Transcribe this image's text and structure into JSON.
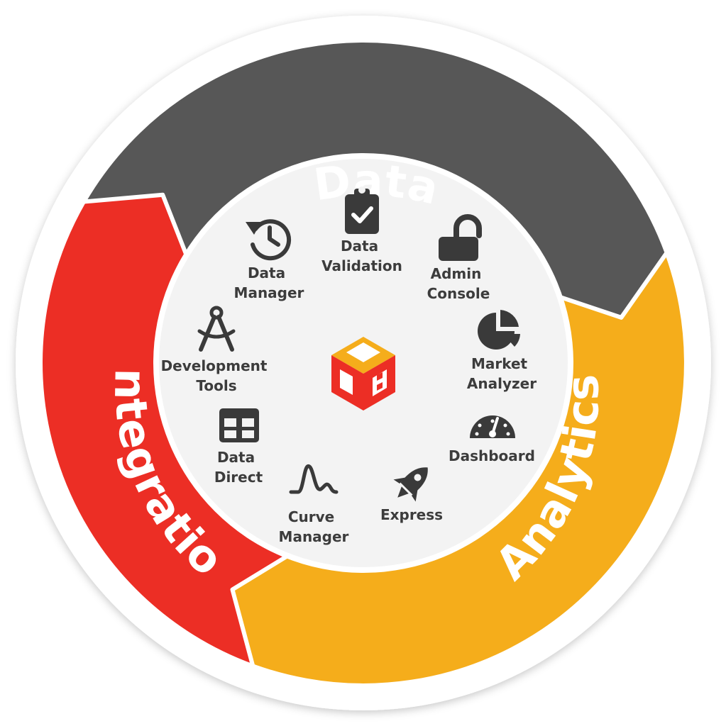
{
  "colors": {
    "data": "#575757",
    "analytics": "#f5ad1b",
    "integration": "#ec2e25",
    "outline": "#ffffff",
    "inner_disc": "#f3f3f3",
    "icon": "#3a3a3a",
    "logo_orange": "#f5ad1b",
    "logo_red": "#ec2e25"
  },
  "ring": {
    "segments": [
      {
        "name": "Data",
        "color": "#575757"
      },
      {
        "name": "Analytics",
        "color": "#f5ad1b"
      },
      {
        "name": "Integration",
        "color": "#ec2e25"
      }
    ]
  },
  "modules": [
    {
      "id": "data-validation",
      "lines": [
        "Data",
        "Validation"
      ],
      "icon": "clipboard-check-icon"
    },
    {
      "id": "admin-console",
      "lines": [
        "Admin",
        "Console"
      ],
      "icon": "unlock-icon"
    },
    {
      "id": "market-analyzer",
      "lines": [
        "Market",
        "Analyzer"
      ],
      "icon": "pie-chart-icon"
    },
    {
      "id": "dashboard",
      "lines": [
        "Dashboard"
      ],
      "icon": "gauge-icon"
    },
    {
      "id": "express",
      "lines": [
        "Express"
      ],
      "icon": "rocket-icon"
    },
    {
      "id": "curve-manager",
      "lines": [
        "Curve",
        "Manager"
      ],
      "icon": "curve-icon"
    },
    {
      "id": "data-direct",
      "lines": [
        "Data",
        "Direct"
      ],
      "icon": "table-icon"
    },
    {
      "id": "development-tools",
      "lines": [
        "Development",
        "Tools"
      ],
      "icon": "compass-icon"
    },
    {
      "id": "data-manager",
      "lines": [
        "Data",
        "Manager"
      ],
      "icon": "history-icon"
    }
  ],
  "logo": {
    "icon": "cube-logo-icon"
  }
}
